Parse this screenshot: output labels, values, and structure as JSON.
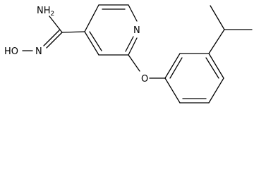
{
  "molecule": {
    "atoms": {
      "amine": "NH",
      "amine_subscript": "2",
      "hydroxy": "HO",
      "oxime_n": "N",
      "ring_n": "N",
      "ether_o": "O"
    },
    "colors": {
      "bond": "#000000",
      "label": "#000000",
      "background": "#ffffff"
    }
  }
}
